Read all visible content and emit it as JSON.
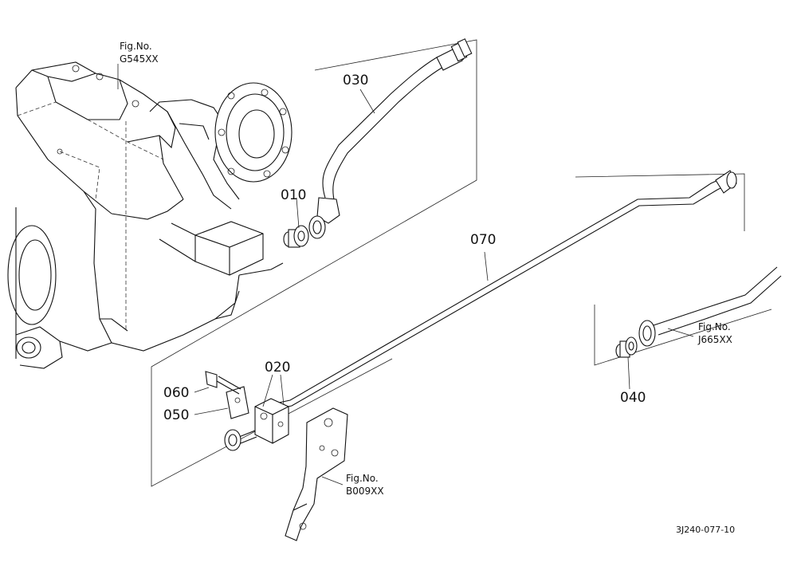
{
  "parts": {
    "p010": "010",
    "p020": "020",
    "p030": "030",
    "p040": "040",
    "p050": "050",
    "p060": "060",
    "p070": "070"
  },
  "references": {
    "g545_label": "Fig.No.",
    "g545_code": "G545XX",
    "j665_label": "Fig.No.",
    "j665_code": "J665XX",
    "b009_label": "Fig.No.",
    "b009_code": "B009XX"
  },
  "drawing_code": "3J240-077-10"
}
